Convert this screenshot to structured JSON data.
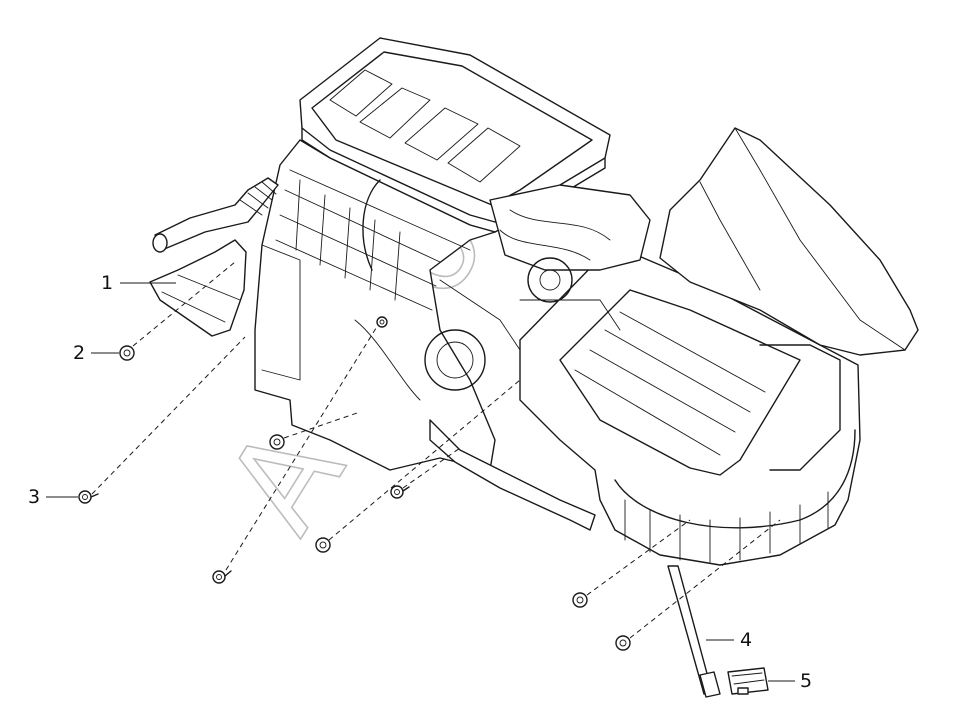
{
  "diagram": {
    "callouts": [
      {
        "id": "1",
        "label": "1"
      },
      {
        "id": "2",
        "label": "2"
      },
      {
        "id": "3",
        "label": "3"
      },
      {
        "id": "4",
        "label": "4"
      },
      {
        "id": "5",
        "label": "5"
      }
    ],
    "watermark": "Auto",
    "line_color": "#1a1a1a",
    "background": "#ffffff"
  }
}
